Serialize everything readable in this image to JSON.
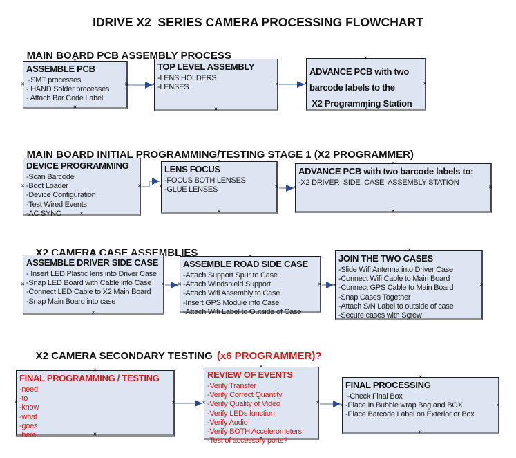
{
  "title": "IDRIVE X2  SERIES CAMERA PROCESSING FLOWCHART",
  "colors": {
    "box_fill": "#dce5f1",
    "box_border": "#1c1c1c",
    "box_shadow_gray": "#8f8f8f",
    "arrow_line": "#8ba3c4",
    "arrow_head": "#2d4b8c",
    "red_text": "#cc2020",
    "black_text": "#111111"
  },
  "icons": {
    "handle_glyph": "×"
  },
  "sections": [
    {
      "heading": "MAIN BOARD PCB ASSEMBLY PROCESS",
      "boxes": [
        {
          "title": "ASSEMBLE PCB",
          "items": [
            " -SMT processes",
            "- HAND Solder processes",
            "- Attach Bar Code Label"
          ]
        },
        {
          "title": "TOP LEVEL ASSEMBLY",
          "items": [
            "-LENS HOLDERS",
            "-LENSES"
          ]
        },
        {
          "title": "ADVANCE PCB with two\nbarcode labels to the\n X2 Programming Station",
          "items": []
        }
      ]
    },
    {
      "heading": "MAIN BOARD INITIAL PROGRAMMING/TESTING STAGE 1 (X2 PROGRAMMER)",
      "boxes": [
        {
          "title": "DEVICE PROGRAMMING",
          "items": [
            "-Scan Barcode",
            "-Boot Loader",
            "-Device Configuration",
            "-Test Wired Events",
            "-AC SYNC"
          ]
        },
        {
          "title": "LENS FOCUS",
          "items": [
            "-FOCUS BOTH LENSES",
            "-GLUE LENSES"
          ]
        },
        {
          "title": "ADVANCE PCB with two barcode labels to:",
          "items": [
            "-X2 DRIVER  SIDE  CASE  ASSEMBLY STATION"
          ]
        }
      ]
    },
    {
      "heading": "X2 CAMERA CASE ASSEMBLIES",
      "boxes": [
        {
          "title": "ASSEMBLE DRIVER SIDE CASE",
          "items": [
            "- Insert LED Plastic lens into Driver Case",
            "-Snap LED Board with Cable into Case",
            "-Connect LED Cable to X2 Main Board",
            "-Snap Main Board into case"
          ]
        },
        {
          "title": "ASSEMBLE ROAD SIDE CASE",
          "items": [
            "-Attach Support Spur to Case",
            "-Attach Windshield Support",
            "-Attach Wifi Assembly to Case",
            "-Insert GPS Module into Case",
            "-Attach Wifi Label to Outside of Case"
          ]
        },
        {
          "title": "JOIN THE TWO CASES",
          "items": [
            "-Slide Wifi Antenna into Driver Case",
            "-Connect Wifi Cable to Main Board",
            "-Connect GPS Cable to Main Board",
            "-Snap Cases Together",
            "-Attach S/N Label to outside of case",
            "-Secure cases with Screw"
          ]
        }
      ]
    },
    {
      "heading": "X2 CAMERA SECONDARY TESTING",
      "heading_red": "(x6 PROGRAMMER)?",
      "boxes": [
        {
          "title": "FINAL PROGRAMMING / TESTING",
          "items": [
            "-need",
            "-to",
            "-know",
            "-what",
            "-goes",
            "-here"
          ]
        },
        {
          "title": "REVIEW OF EVENTS",
          "items": [
            "-Verify Transfer",
            "-Verify Correct Quantity",
            "-Verify Quality of Video",
            "-Verify LEDs function",
            "-Verify Audio",
            "-Verify BOTH Accelerometers",
            "-Test of accessory ports?"
          ]
        },
        {
          "title": "FINAL PROCESSING",
          "items": [
            " -Check Final Box",
            "-Place In Bubble wrap Bag and BOX",
            "-Place Barcode Label on Exterior or Box"
          ]
        }
      ]
    }
  ]
}
